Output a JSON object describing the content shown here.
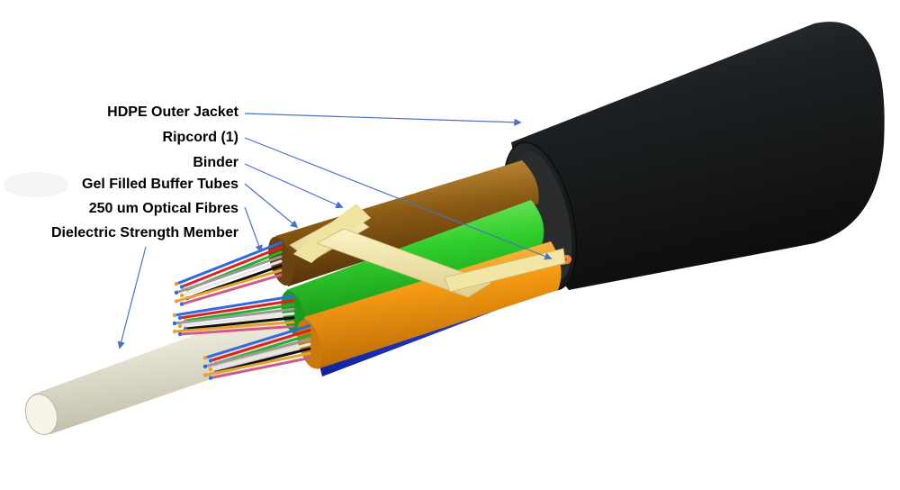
{
  "labels": {
    "outer_jacket": "HDPE Outer Jacket",
    "ripcord": "Ripcord (1)",
    "binder": "Binder",
    "buffer_tubes": "Gel Filled Buffer Tubes",
    "optical_fibres": "250 um Optical Fibres",
    "strength_member": "Dielectric Strength Member"
  },
  "colors": {
    "jacket": "#1e2123",
    "tube_brown": "#8a5a14",
    "tube_green": "#2fcf2c",
    "tube_orange": "#f59a12",
    "tube_blue": "#1230d8",
    "binder": "#f2e6a4",
    "ripcord": "#e8873c",
    "strength_member": "#eeecdc",
    "leader_arrow": "#4a72c4",
    "fibre_colors": [
      "#2f6ae0",
      "#e02020",
      "#26b02a",
      "#9a9a9a",
      "#ffffff",
      "#111111",
      "#e8a030",
      "#cf5b8a"
    ]
  }
}
